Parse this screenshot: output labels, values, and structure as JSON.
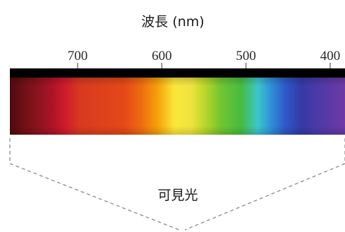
{
  "axis": {
    "title": "波長 (nm)"
  },
  "ticks": [
    {
      "label": "700",
      "value": 700
    },
    {
      "label": "600",
      "value": 600
    },
    {
      "label": "500",
      "value": 500
    },
    {
      "label": "400",
      "value": 400
    }
  ],
  "visible_region": {
    "label": "可見光"
  },
  "colors": {
    "bar_top": "#000000",
    "spectrum": [
      "#5a0a10",
      "#8f1420",
      "#c8182a",
      "#d6391c",
      "#e84a12",
      "#f5a00a",
      "#fbe63a",
      "#c6dc2a",
      "#52c038",
      "#3cc6cf",
      "#2f7fd2",
      "#3a3aa8",
      "#6b3aa6"
    ]
  }
}
